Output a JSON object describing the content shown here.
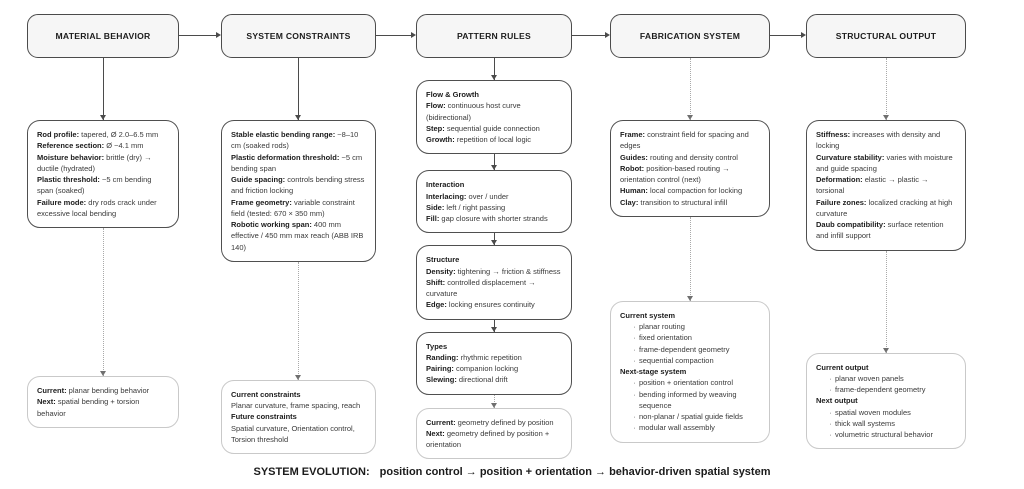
{
  "columns": [
    {
      "header": "MATERIAL BEHAVIOR",
      "main": {
        "lines": [
          {
            "b": "Rod profile:",
            "t": " tapered, Ø 2.0–6.5 mm"
          },
          {
            "b": "Reference section:",
            "t": " Ø ~4.1 mm"
          },
          {
            "b": "Moisture behavior:",
            "t": " brittle (dry) → ductile (hydrated)"
          },
          {
            "b": "Plastic threshold:",
            "t": " ~5 cm bending span (soaked)"
          },
          {
            "b": "Failure mode:",
            "t": " dry rods crack under excessive local bending"
          }
        ]
      },
      "bottom": {
        "lines": [
          {
            "b": "Current:",
            "t": " planar bending behavior"
          },
          {
            "b": "Next:",
            "t": " spatial bending + torsion behavior"
          }
        ]
      }
    },
    {
      "header": "SYSTEM CONSTRAINTS",
      "main": {
        "lines": [
          {
            "b": "Stable elastic bending range:",
            "t": " ~8–10 cm (soaked rods)"
          },
          {
            "b": "Plastic deformation threshold:",
            "t": " ~5 cm bending span"
          },
          {
            "b": "Guide spacing:",
            "t": " controls bending stress and friction locking"
          },
          {
            "b": "Frame geometry:",
            "t": " variable constraint field (tested: 670 × 350 mm)"
          },
          {
            "b": "Robotic working span:",
            "t": " 400 mm effective / 450 mm max reach (ABB IRB 140)"
          }
        ]
      },
      "bottom": {
        "lines": [
          {
            "b": "Current constraints",
            "t": ""
          },
          {
            "b": "",
            "t": "Planar curvature, frame spacing, reach"
          },
          {
            "b": "Future constraints",
            "t": ""
          },
          {
            "b": "",
            "t": "Spatial curvature, Orientation control, Torsion threshold"
          }
        ]
      }
    },
    {
      "header": "PATTERN RULES",
      "flow_growth": {
        "lines": [
          {
            "b": "Flow & Growth",
            "t": ""
          },
          {
            "b": "Flow:",
            "t": " continuous host curve (bidirectional)"
          },
          {
            "b": "Step:",
            "t": " sequential guide connection"
          },
          {
            "b": "Growth:",
            "t": " repetition of local logic"
          }
        ]
      },
      "interaction": {
        "lines": [
          {
            "b": "Interaction",
            "t": ""
          },
          {
            "b": "Interlacing:",
            "t": " over / under"
          },
          {
            "b": "Side:",
            "t": " left / right passing"
          },
          {
            "b": "Fill:",
            "t": " gap closure with shorter strands"
          }
        ]
      },
      "structure": {
        "lines": [
          {
            "b": "Structure",
            "t": ""
          },
          {
            "b": "Density:",
            "t": " tightening → friction & stiffness"
          },
          {
            "b": "Shift:",
            "t": " controlled displacement → curvature"
          },
          {
            "b": "Edge:",
            "t": " locking ensures continuity"
          }
        ]
      },
      "types": {
        "lines": [
          {
            "b": "Types",
            "t": ""
          },
          {
            "b": "Randing:",
            "t": " rhythmic repetition"
          },
          {
            "b": "Pairing:",
            "t": " companion locking"
          },
          {
            "b": "Slewing:",
            "t": " directional drift"
          }
        ]
      },
      "bottom": {
        "lines": [
          {
            "b": "Current:",
            "t": " geometry defined by position"
          },
          {
            "b": "Next:",
            "t": " geometry defined by position + orientation"
          }
        ]
      }
    },
    {
      "header": "FABRICATION SYSTEM",
      "main": {
        "lines": [
          {
            "b": "Frame:",
            "t": " constraint field for spacing and edges"
          },
          {
            "b": "Guides:",
            "t": " routing and density control"
          },
          {
            "b": "Robot:",
            "t": " position-based routing → orientation control (next)"
          },
          {
            "b": "Human:",
            "t": " local compaction for locking"
          },
          {
            "b": "Clay:",
            "t": " transition to structural infill"
          }
        ]
      },
      "bottom": {
        "sections": [
          {
            "title": "Current system",
            "bullets": [
              "planar routing",
              "fixed orientation",
              "frame-dependent geometry",
              "sequential compaction"
            ]
          },
          {
            "title": "Next-stage system",
            "bullets": [
              "position + orientation control",
              "bending informed by weaving sequence",
              "non-planar / spatial guide fields",
              "modular wall assembly"
            ]
          }
        ]
      }
    },
    {
      "header": "STRUCTURAL OUTPUT",
      "main": {
        "lines": [
          {
            "b": "Stiffness:",
            "t": " increases with density and locking"
          },
          {
            "b": "Curvature stability:",
            "t": " varies with moisture and guide spacing"
          },
          {
            "b": "Deformation:",
            "t": " elastic → plastic → torsional"
          },
          {
            "b": "Failure zones:",
            "t": " localized cracking at high curvature"
          },
          {
            "b": "Daub compatibility:",
            "t": " surface retention and infill support"
          }
        ]
      },
      "bottom": {
        "sections": [
          {
            "title": "Current output",
            "bullets": [
              "planar woven panels",
              "frame-dependent geometry"
            ]
          },
          {
            "title": "Next output",
            "bullets": [
              "spatial woven modules",
              "thick wall systems",
              "volumetric structural behavior"
            ]
          }
        ]
      }
    }
  ],
  "caption": {
    "label": "SYSTEM EVOLUTION:",
    "text": "position control → position + orientation → behavior-driven spatial system"
  },
  "colors": {
    "box_border_dark": "#4f4f4f",
    "box_border_light": "#c9c9c9",
    "header_fill": "#f6f6f6",
    "arrow_solid": "#4b4b4b",
    "arrow_dotted": "#a9a9a9"
  }
}
